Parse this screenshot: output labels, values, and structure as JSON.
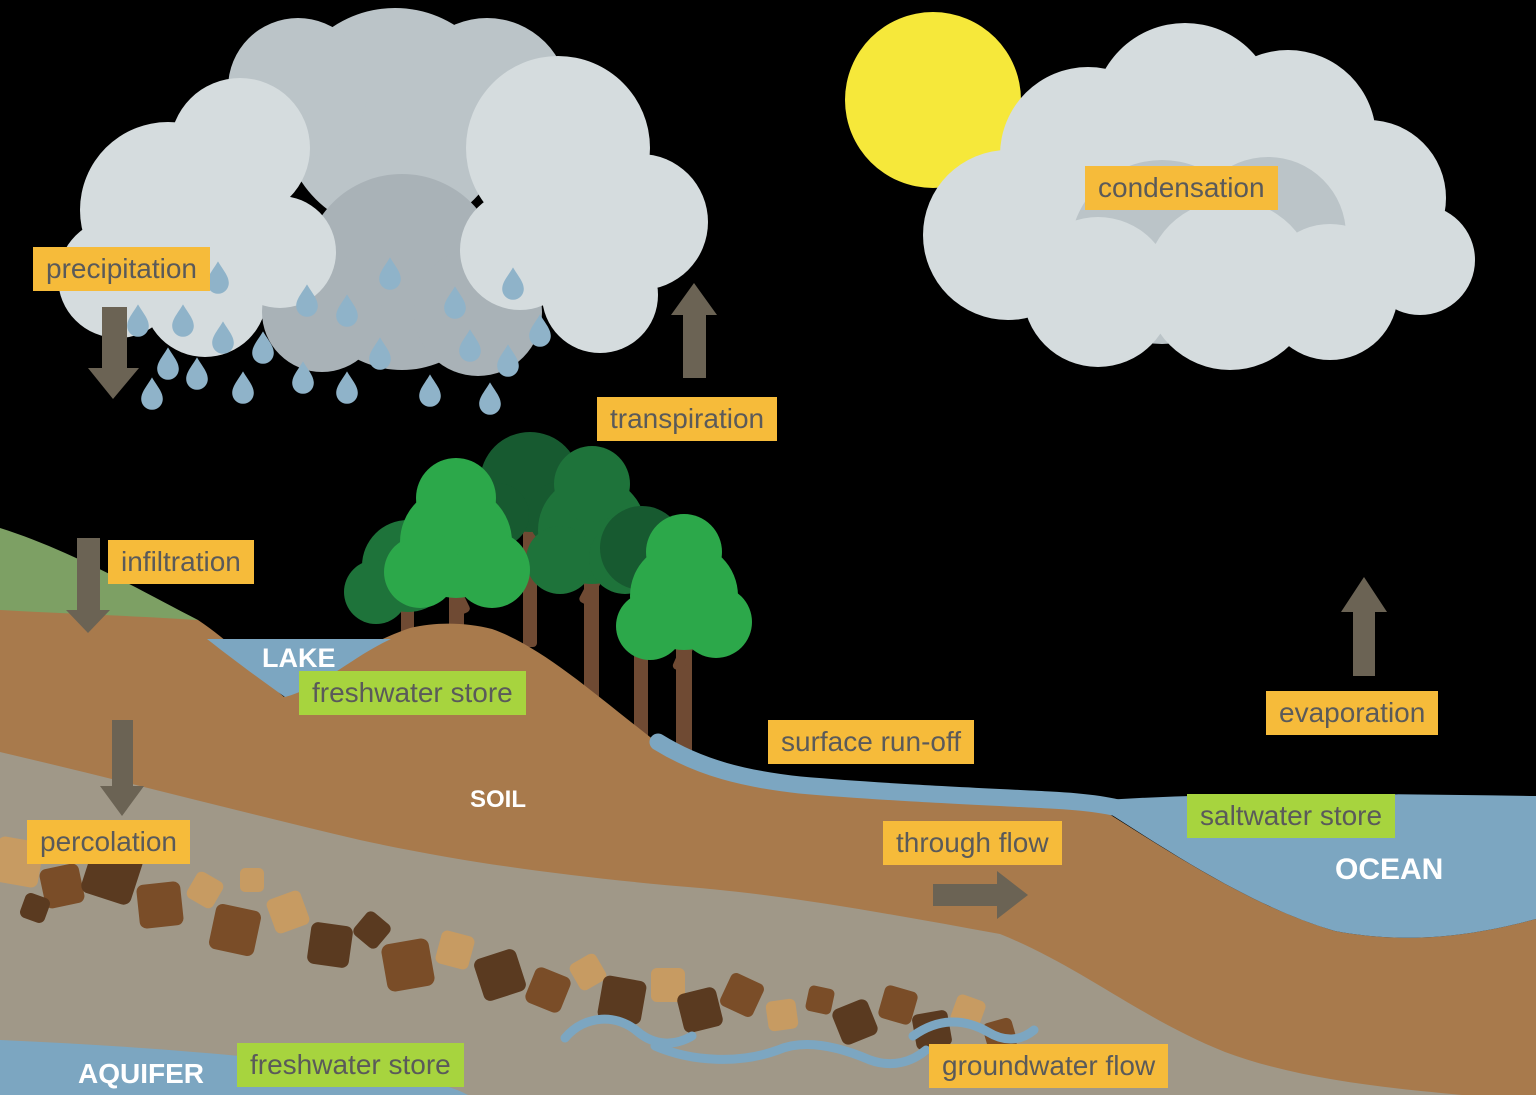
{
  "title": "water cycle diagram",
  "colors": {
    "background": "#000000",
    "label_bg": "#f6bb3a",
    "label_text": "#5a5a5a",
    "store_bg": "#a7d43e",
    "terrain_text": "#ffffff",
    "arrow": "#6b6354",
    "sun": "#f6e83a",
    "cloud_light": "#d5dcde",
    "cloud_mid": "#bbc4c8",
    "cloud_dark": "#a9b2b7",
    "rain": "#8fb3c9",
    "water": "#7ca6c1",
    "grass": "#7da064",
    "soil": "#a87a4c",
    "subsoil": "#a09888",
    "trunk": "#6f4a33",
    "tree_bright": "#2ca84a",
    "tree_mid": "#1e733a",
    "tree_dark": "#175a30",
    "rock_dark": "#5a3a20",
    "rock_mid": "#7a4d28",
    "rock_light": "#c79b62"
  },
  "process_labels": {
    "precipitation": "precipitation",
    "condensation": "condensation",
    "transpiration": "transpiration",
    "infiltration": "infiltration",
    "evaporation": "evaporation",
    "surface_runoff": "surface run-off",
    "percolation": "percolation",
    "through_flow": "through flow",
    "groundwater_flow": "groundwater flow"
  },
  "store_labels": {
    "lake_store": "freshwater store",
    "aquifer_store": "freshwater store",
    "ocean_store": "saltwater store"
  },
  "region_labels": {
    "lake": "LAKE",
    "soil": "SOIL",
    "ocean": "OCEAN",
    "aquifer": "AQUIFER"
  }
}
